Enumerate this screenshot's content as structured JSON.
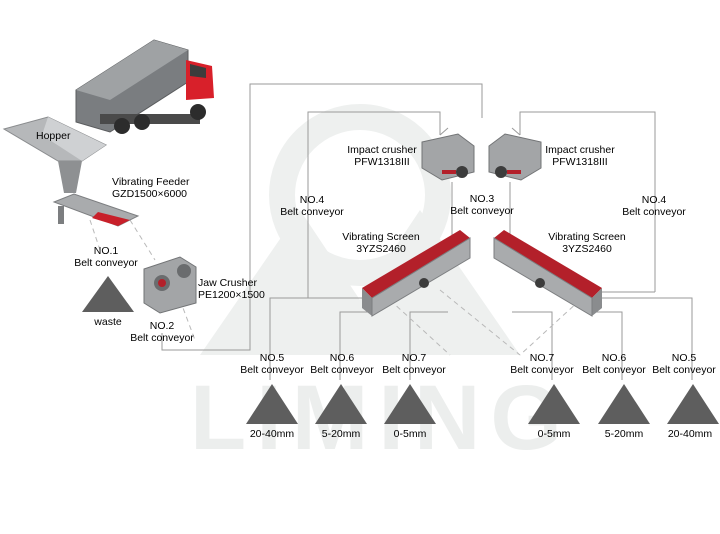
{
  "watermark": {
    "text": "LIMING"
  },
  "labels": {
    "hopper": "Hopper",
    "feeder": {
      "name": "Vibrating Feeder",
      "model": "GZD1500×6000"
    },
    "conv1": {
      "no": "NO.1",
      "name": "Belt conveyor"
    },
    "waste": "waste",
    "jaw": {
      "name": "Jaw Crusher",
      "model": "PE1200×1500"
    },
    "conv2": {
      "no": "NO.2",
      "name": "Belt conveyor"
    },
    "conv4_left": {
      "no": "NO.4",
      "name": "Belt conveyor"
    },
    "conv4_right": {
      "no": "NO.4",
      "name": "Belt conveyor"
    },
    "conv3": {
      "no": "NO.3",
      "name": "Belt conveyor"
    },
    "impact_left": {
      "name": "Impact crusher",
      "model": "PFW1318III"
    },
    "impact_right": {
      "name": "Impact crusher",
      "model": "PFW1318III"
    },
    "screen_left": {
      "name": "Vibrating Screen",
      "model": "3YZS2460"
    },
    "screen_right": {
      "name": "Vibrating Screen",
      "model": "3YZS2460"
    }
  },
  "outputs": [
    {
      "no": "NO.5",
      "name": "Belt conveyor",
      "size": "20-40mm"
    },
    {
      "no": "NO.6",
      "name": "Belt conveyor",
      "size": "5-20mm"
    },
    {
      "no": "NO.7",
      "name": "Belt conveyor",
      "size": "0-5mm"
    },
    {
      "no": "NO.7",
      "name": "Belt conveyor",
      "size": "0-5mm"
    },
    {
      "no": "NO.6",
      "name": "Belt conveyor",
      "size": "5-20mm"
    },
    {
      "no": "NO.5",
      "name": "Belt conveyor",
      "size": "20-40mm"
    }
  ],
  "colors": {
    "line": "#9a9a9a",
    "truck_cab": "#d8202a",
    "machine": "#9a9c9e",
    "screen_top": "#b3202a",
    "pile": "#5e5e5e"
  }
}
